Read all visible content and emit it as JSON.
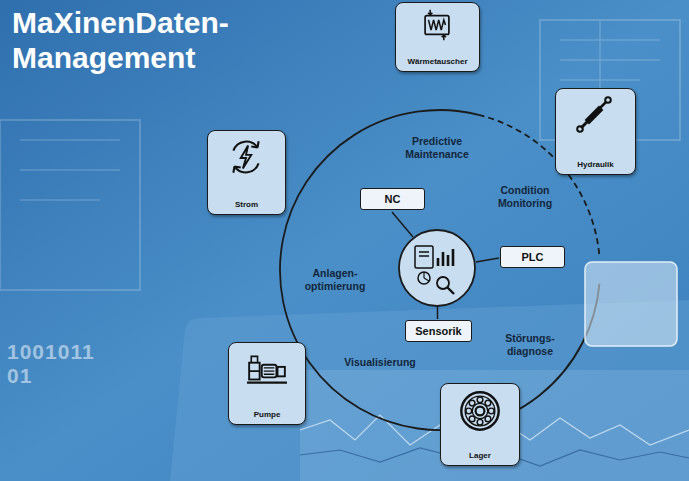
{
  "diagram": {
    "title": "MaXinenDaten- Management",
    "nodes": [
      {
        "text": [
          "Wärmetauscher"
        ]
      },
      {
        "text": [
          "Hydraulik"
        ]
      },
      {
        "text": [
          "Strom"
        ]
      },
      {
        "text": [
          "NC"
        ]
      },
      {
        "text": [
          "PLC"
        ]
      },
      {
        "text": [
          "Sensorik"
        ]
      },
      {
        "text": [
          "Pumpe"
        ]
      },
      {
        "text": [
          "Lager"
        ]
      }
    ],
    "labels": [
      "Predictive Maintenance",
      "Condition Monitoring",
      "Anlagen- optimierung",
      "Störungs- diagnose",
      "Visualisierung",
      "1001011",
      "01"
    ]
  }
}
